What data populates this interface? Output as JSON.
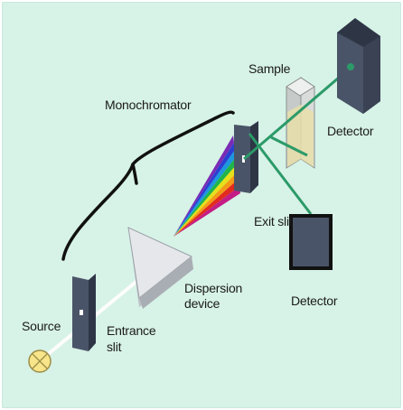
{
  "labels": {
    "monochromator": "Monochromator",
    "sample": "Sample",
    "detector_top": "Detector",
    "exit_slit": "Exit slit",
    "detector_bottom": "Detector",
    "dispersion": "Dispersion",
    "device": "device",
    "source": "Source",
    "entrance": "Entrance",
    "slit": "slit"
  },
  "colors": {
    "background": "#d7f2e7",
    "beam": "#2b9a68",
    "plate_face": "#4a5468",
    "plate_side": "#2e3646",
    "prism": "#d3d6da",
    "lamp": "#f8e58a"
  },
  "spectrum": [
    "#7a2bb5",
    "#2b3fd1",
    "#1c97e0",
    "#1fb54a",
    "#e6e01a",
    "#f39a16",
    "#e22a1f",
    "#c41c85"
  ]
}
